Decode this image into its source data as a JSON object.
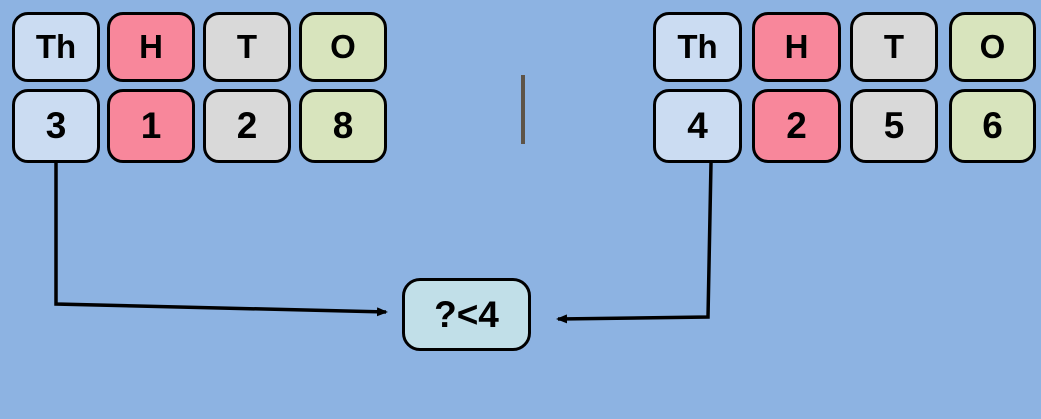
{
  "diagram": {
    "type": "place-value-comparison",
    "columns": [
      "Th",
      "H",
      "T",
      "O"
    ],
    "left_number": {
      "headers": [
        "Th",
        "H",
        "T",
        "O"
      ],
      "digits": [
        "3",
        "1",
        "2",
        "8"
      ]
    },
    "right_number": {
      "headers": [
        "Th",
        "H",
        "T",
        "O"
      ],
      "digits": [
        "4",
        "2",
        "5",
        "6"
      ]
    },
    "comparison": {
      "label": "?<4"
    }
  },
  "palette": {
    "background": "#8db3e2",
    "thousands_cell": "#cbdcf2",
    "hundreds_cell": "#f8879b",
    "tens_cell": "#d9d9d9",
    "ones_cell": "#d8e4bd",
    "comparison_box": "#c1dfe8",
    "divider_line": "#5e5448",
    "border_and_arrows": "#000000"
  }
}
